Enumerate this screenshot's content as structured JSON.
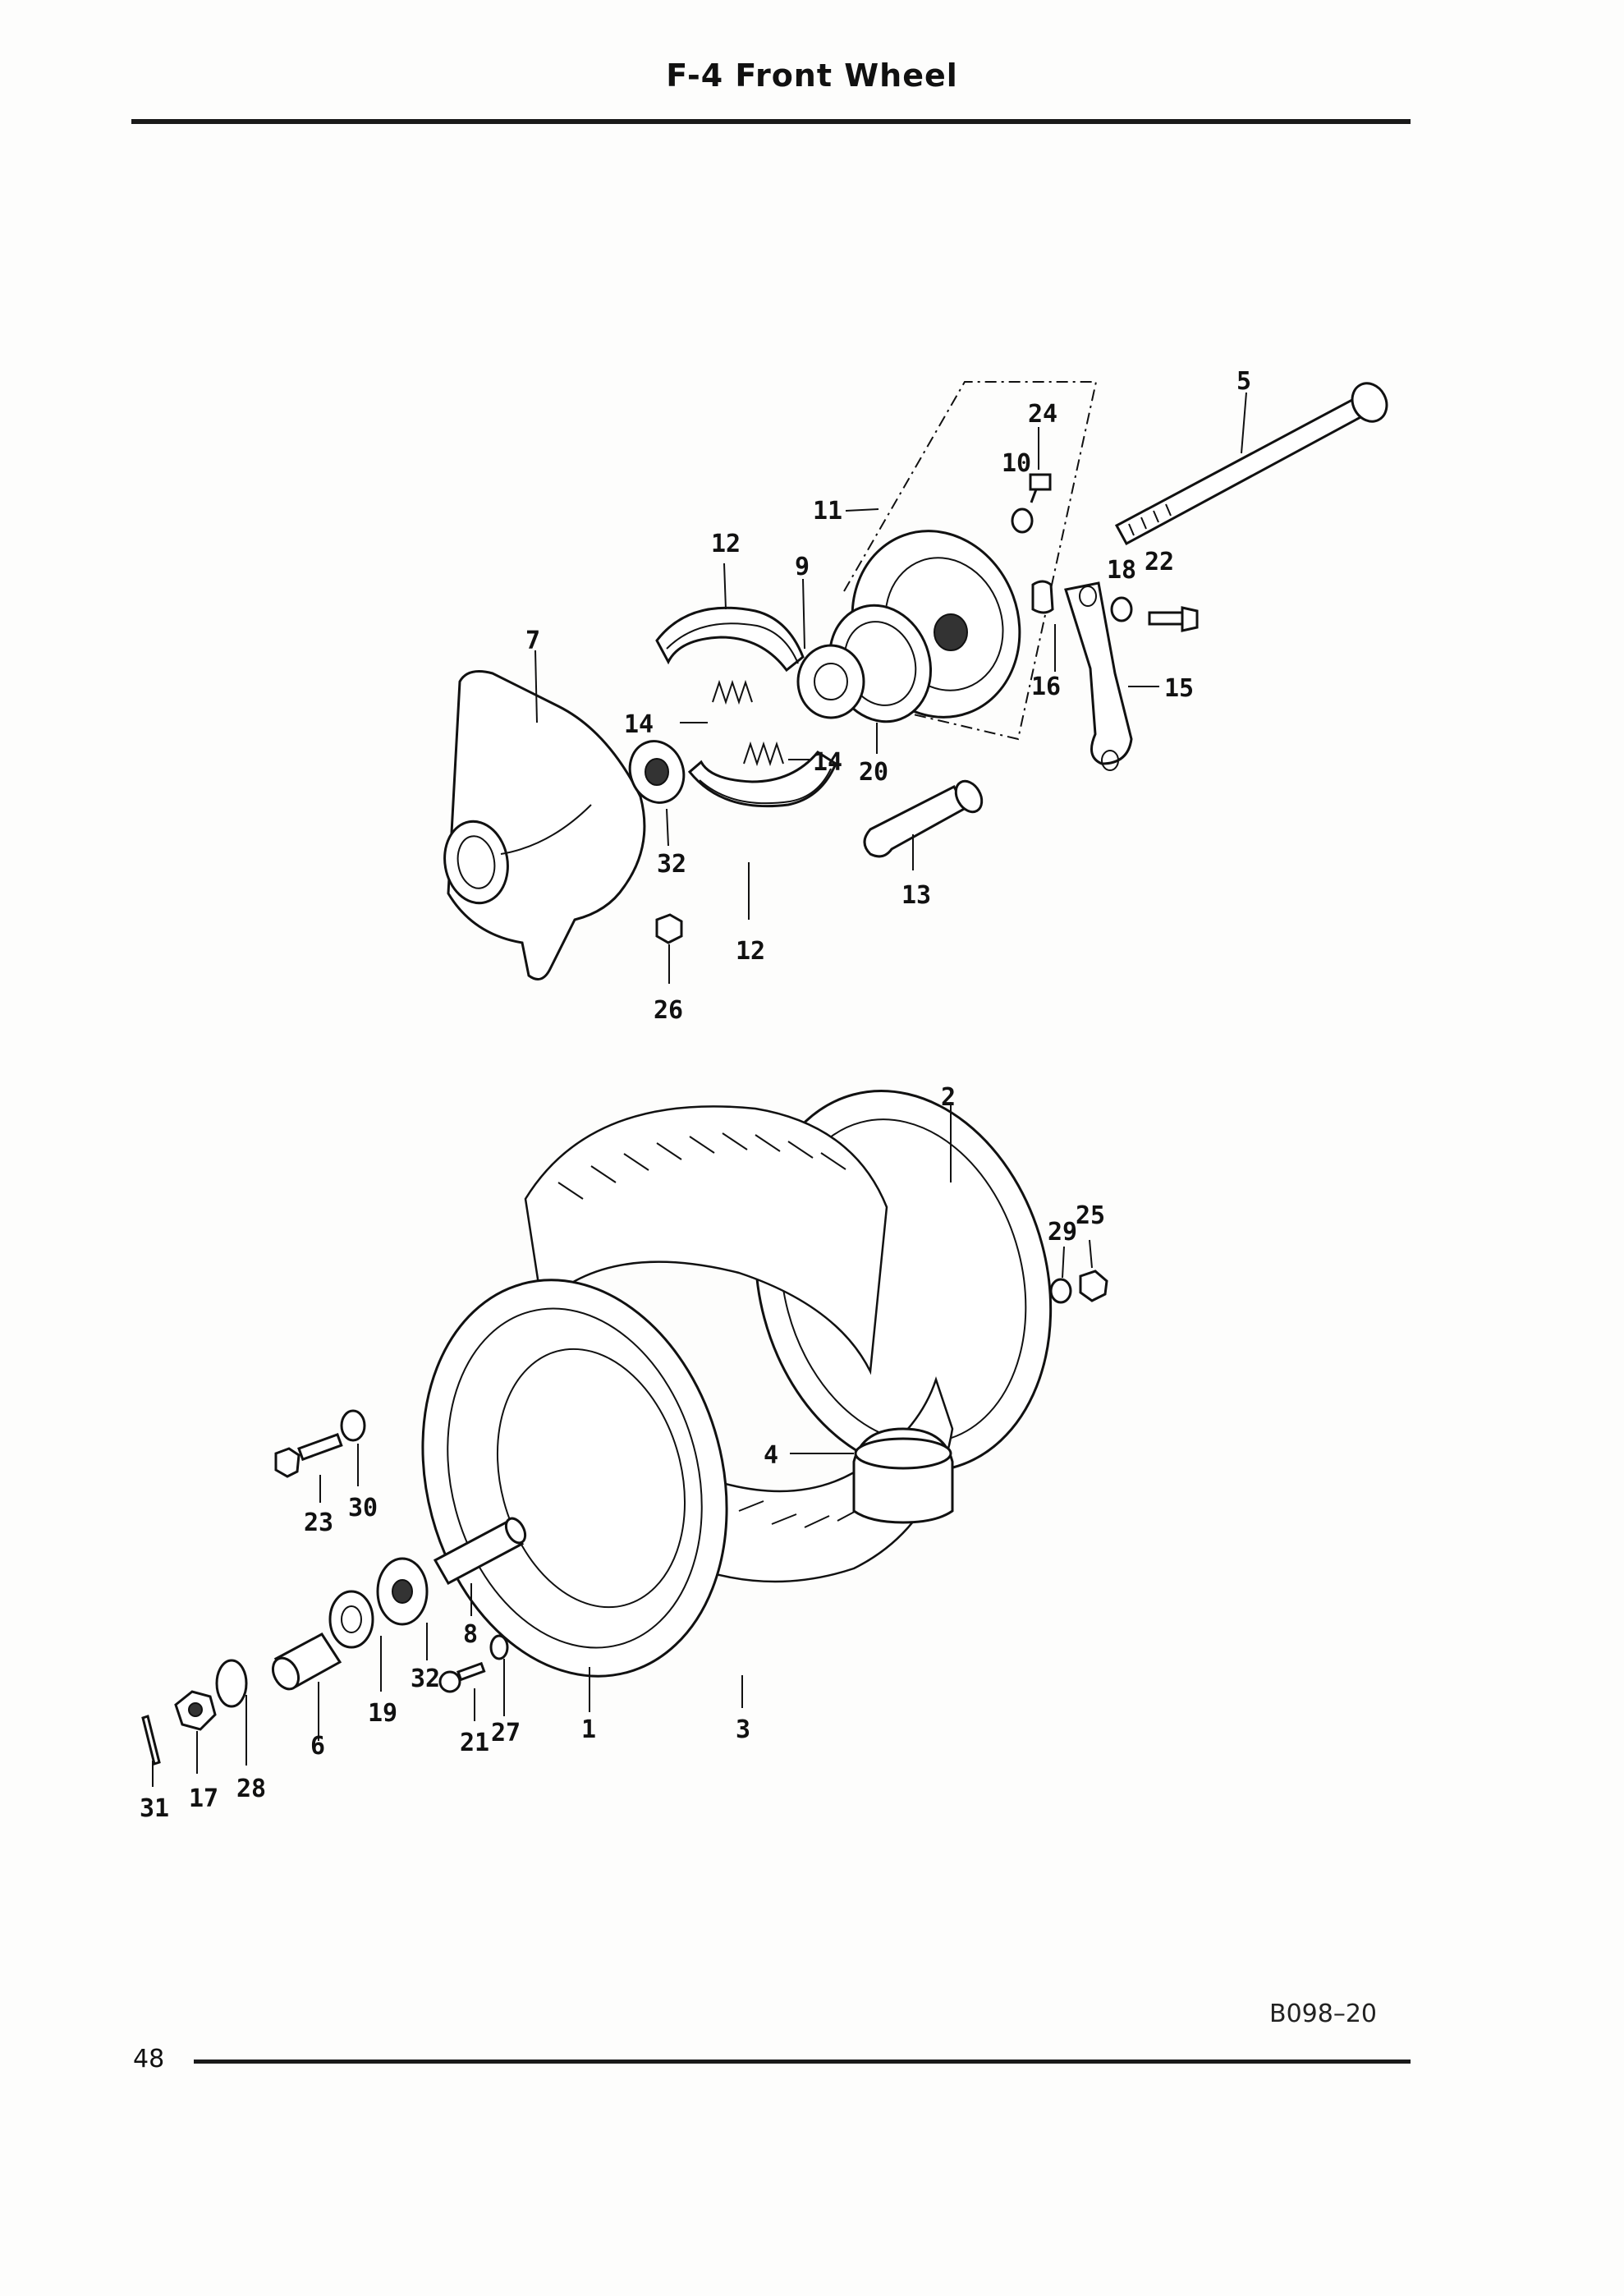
{
  "header": {
    "title": "F-4  Front Wheel"
  },
  "footer": {
    "page_number": "48",
    "figure_code": "B098–20"
  },
  "labels": {
    "p1": "1",
    "p2": "2",
    "p3": "3",
    "p4": "4",
    "p5": "5",
    "p6": "6",
    "p7": "7",
    "p8": "8",
    "p9": "9",
    "p10": "10",
    "p11": "11",
    "p12a": "12",
    "p12b": "12",
    "p13": "13",
    "p14a": "14",
    "p14b": "14",
    "p15": "15",
    "p16": "16",
    "p17": "17",
    "p18": "18",
    "p19": "19",
    "p20": "20",
    "p21": "21",
    "p22": "22",
    "p23": "23",
    "p24": "24",
    "p25": "25",
    "p26": "26",
    "p27": "27",
    "p28": "28",
    "p29": "29",
    "p30": "30",
    "p31": "31",
    "p32a": "32",
    "p32b": "32"
  }
}
